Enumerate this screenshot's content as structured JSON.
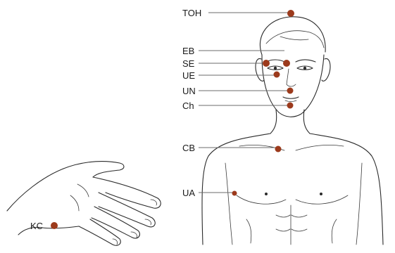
{
  "dot_color": "#9c3a1c",
  "points": [
    {
      "id": "toh",
      "label": "TOH"
    },
    {
      "id": "eb",
      "label": "EB"
    },
    {
      "id": "se",
      "label": "SE"
    },
    {
      "id": "ue",
      "label": "UE"
    },
    {
      "id": "un",
      "label": "UN"
    },
    {
      "id": "ch",
      "label": "Ch"
    },
    {
      "id": "cb",
      "label": "CB"
    },
    {
      "id": "ua",
      "label": "UA"
    },
    {
      "id": "kc",
      "label": "KC"
    }
  ]
}
